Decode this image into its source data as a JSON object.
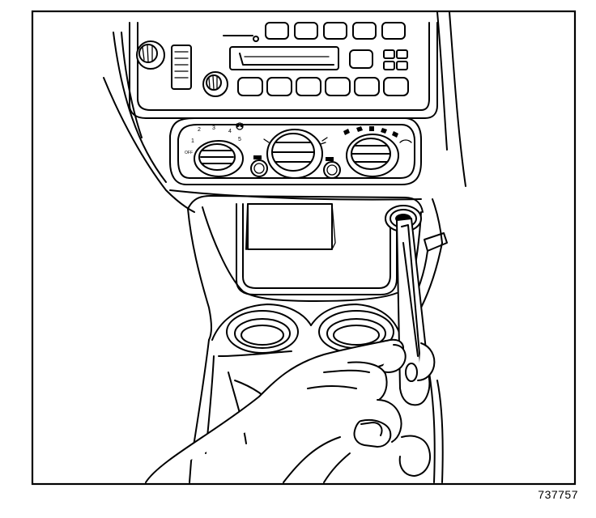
{
  "figure_id": "737757",
  "hvac_labels": {
    "fan_1": "1",
    "fan_2": "2",
    "fan_3": "3",
    "fan_4": "4",
    "fan_5": "5",
    "fan_off": "OFF"
  }
}
